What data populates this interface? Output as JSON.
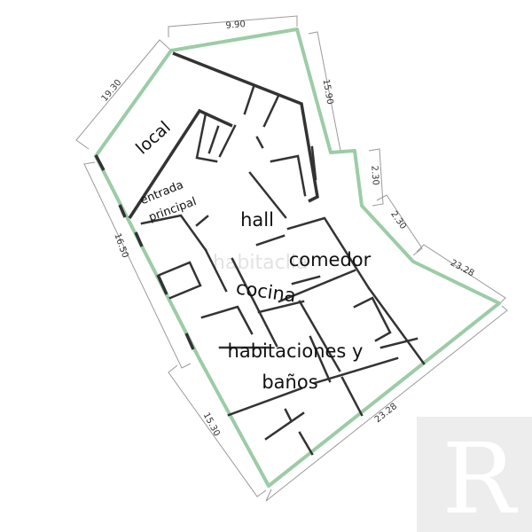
{
  "colors": {
    "perimeter": "#9ccca6",
    "walls": "#333333",
    "dimension_lines": "#9a9a9a",
    "watermark": "#ededed"
  },
  "dimensions": {
    "top": "9.90",
    "upper_left": "19.30",
    "upper_right": "15.90",
    "step_vertical": "2.30",
    "step_diagonal": "2.30",
    "right": "23.28",
    "bottom": "23.28",
    "mid_left": "16.50",
    "lower_left": "15.30"
  },
  "rooms": {
    "local": "local",
    "entrada_line1": "entrada",
    "entrada_line2": "principal",
    "hall": "hall",
    "comedor": "comedor",
    "cocina": "cocina",
    "habitaciones_line1": "habitaciones y",
    "habitaciones_line2": "baños"
  },
  "watermark": {
    "site": "habitaclia",
    "logo_letter": "R"
  }
}
